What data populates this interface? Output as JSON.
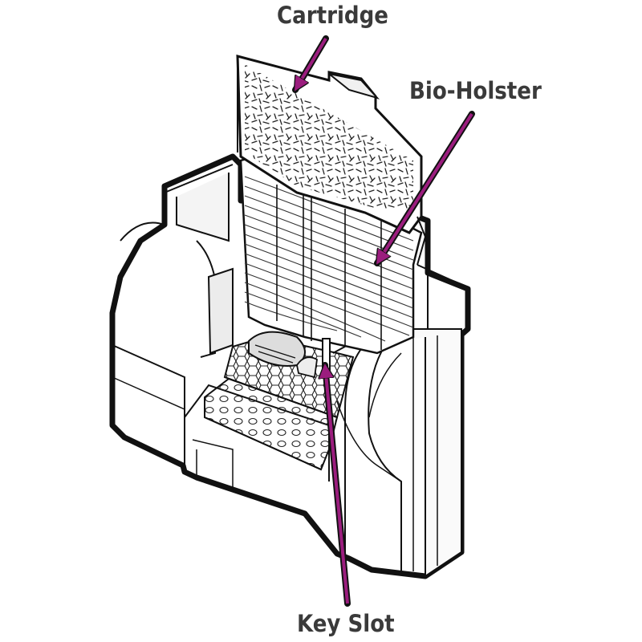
{
  "labels": {
    "cartridge": "Cartridge",
    "bio_holster": "Bio-Holster",
    "key_slot": "Key Slot"
  },
  "colors": {
    "arrow": "#9b1d7e",
    "outline": "#111111",
    "fill": "#ffffff",
    "shade": "#e6e6e6",
    "text": "#3a3a3a"
  },
  "icons": {
    "cartridge": "filter-cartridge-icon",
    "bio_holster": "bio-holster-icon",
    "key_slot": "key-slot-icon"
  }
}
